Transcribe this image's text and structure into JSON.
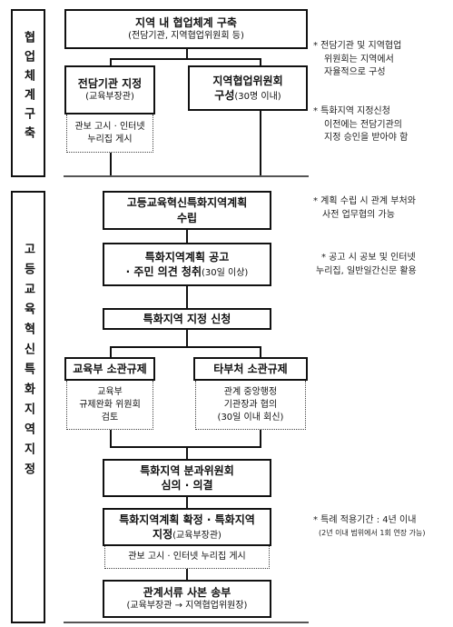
{
  "sidebar": {
    "top_label": "협업체계구축",
    "bottom_label": "고등교육혁신특화지역지정"
  },
  "section1": {
    "top_title": "지역 내 협업체계 구축",
    "top_sub": "(전담기관, 지역협업위원회 등)",
    "left_title": "전담기관 지정",
    "left_sub": "(교육부장관)",
    "left_detail_1": "관보 고시 · 인터넷",
    "left_detail_2": "누리집 게시",
    "right_title": "지역협업위원회",
    "right_sub_bold": "구성",
    "right_sub": "(30명 이내)"
  },
  "section2": {
    "step1_line1": "고등교육혁신특화지역계획",
    "step1_line2": "수립",
    "step2_line1": "특화지역계획 공고",
    "step2_line2": "· 주민 의견 청취",
    "step2_line2_sub": "(30일 이상)",
    "step3": "특화지역 지정 신청",
    "left_title": "교육부 소관규제",
    "left_detail_1": "교육부",
    "left_detail_2": "규제완화 위원회",
    "left_detail_3": "검토",
    "right_title": "타부처 소관규제",
    "right_detail_1": "관계 중앙행정",
    "right_detail_2": "기관장과 협의",
    "right_detail_3": "(30일 이내 회신)",
    "step5_line1": "특화지역 분과위원회",
    "step5_line2": "심의 · 의결",
    "step6_line1": "특화지역계획 확정 ·  특화지역",
    "step6_line2": "지정",
    "step6_line2_sub": "(교육부장관)",
    "step6_detail": "관보 고시 · 인터넷 누리집 게시",
    "step7_line1": "관계서류 사본 송부",
    "step7_line2": "(교육부장관 → 지역협업위원장)"
  },
  "notes": {
    "n1_line1": "* 전담기관 및 지역협업",
    "n1_line2": "위원회는 지역에서",
    "n1_line3": "자율적으로 구성",
    "n2_line1": "* 특화지역 지정신청",
    "n2_line2": "이전에는   전담기관의",
    "n2_line3": "지정 승인을 받아야 함",
    "n3_line1": "* 계획 수립 시 관계 부처와",
    "n3_line2": "사전 업무협의 가능",
    "n4_line1": "* 공고 시  공보 및 인터넷",
    "n4_line2": "누리집, 일반일간신문 활용",
    "n5_line1": "* 특례 적용기간 : 4년 이내",
    "n5_line2": "(2년 이내 범위에서 1회 연장 가능)"
  }
}
